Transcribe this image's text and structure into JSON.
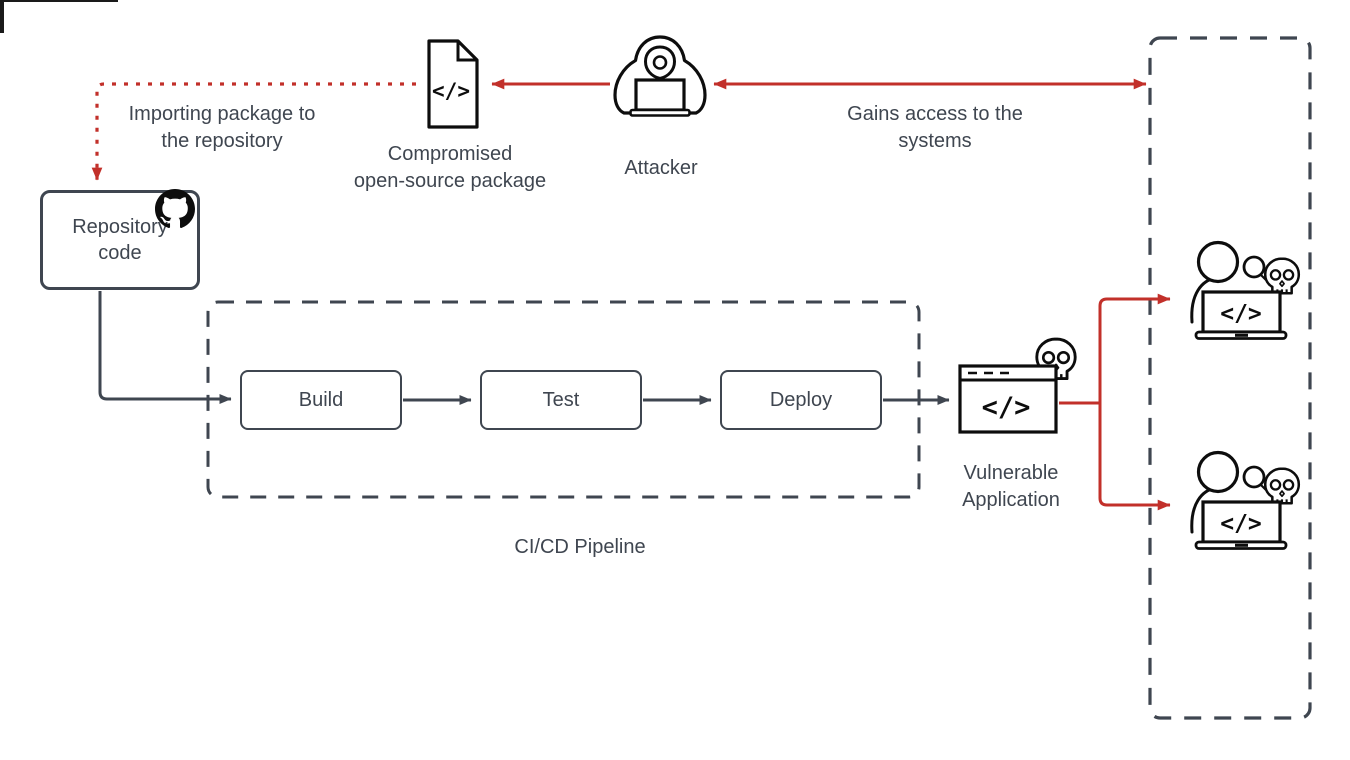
{
  "colors": {
    "accent_red": "#c2302a",
    "stroke_dark": "#3f4650",
    "icon_black": "#0d0d0d",
    "background": "#ffffff"
  },
  "nodes": {
    "repository": {
      "label": "Repository\ncode"
    },
    "compromised_package": {
      "label": "Compromised\nopen-source package",
      "code_glyph": "</>"
    },
    "attacker": {
      "label": "Attacker"
    },
    "pipeline": {
      "label": "CI/CD Pipeline",
      "steps": [
        {
          "label": "Build"
        },
        {
          "label": "Test"
        },
        {
          "label": "Deploy"
        }
      ]
    },
    "vulnerable_app": {
      "label": "Vulnerable\nApplication",
      "code_glyph": "</>"
    },
    "compromised_user_top": {
      "laptop_glyph": "</>"
    },
    "compromised_user_bottom": {
      "laptop_glyph": "</>"
    }
  },
  "edges": {
    "importing_package": {
      "label": "Importing package to\nthe repository"
    },
    "gains_access": {
      "label": "Gains access to the\nsystems"
    }
  }
}
